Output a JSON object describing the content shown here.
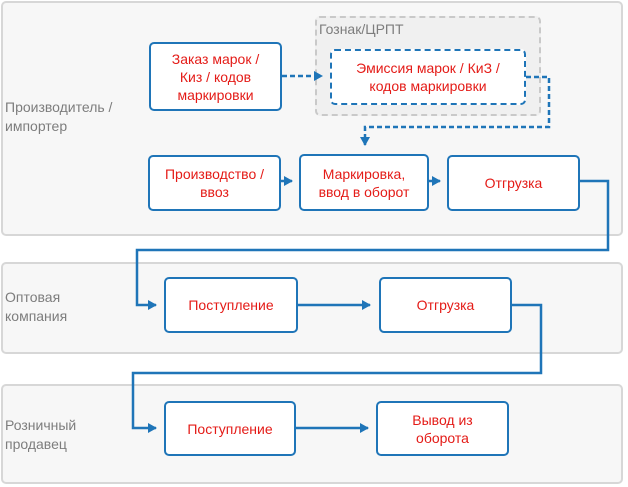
{
  "colors": {
    "accent": "#1f75b8",
    "step_text": "#e41b17",
    "lane_text": "#7d7d7d",
    "lane_border": "#d7d7d7"
  },
  "lanes": [
    {
      "label": "Производитель /\nимпортер"
    },
    {
      "label": "Оптовая\nкомпания"
    },
    {
      "label": "Розничный\nпродавец"
    }
  ],
  "group": {
    "label": "Гознак/ЦРПТ"
  },
  "steps": {
    "order": "Заказ марок /\nКиз / кодов\nмаркировки",
    "emission": "Эмиссия марок / КиЗ /\nкодов маркировки",
    "production": "Производство /\nввоз",
    "marking": "Маркировка,\nввод в оборот",
    "shipment1": "Отгрузка",
    "receipt1": "Поступление",
    "shipment2": "Отгрузка",
    "receipt2": "Поступление",
    "withdrawal": "Вывод из\nоборота"
  }
}
